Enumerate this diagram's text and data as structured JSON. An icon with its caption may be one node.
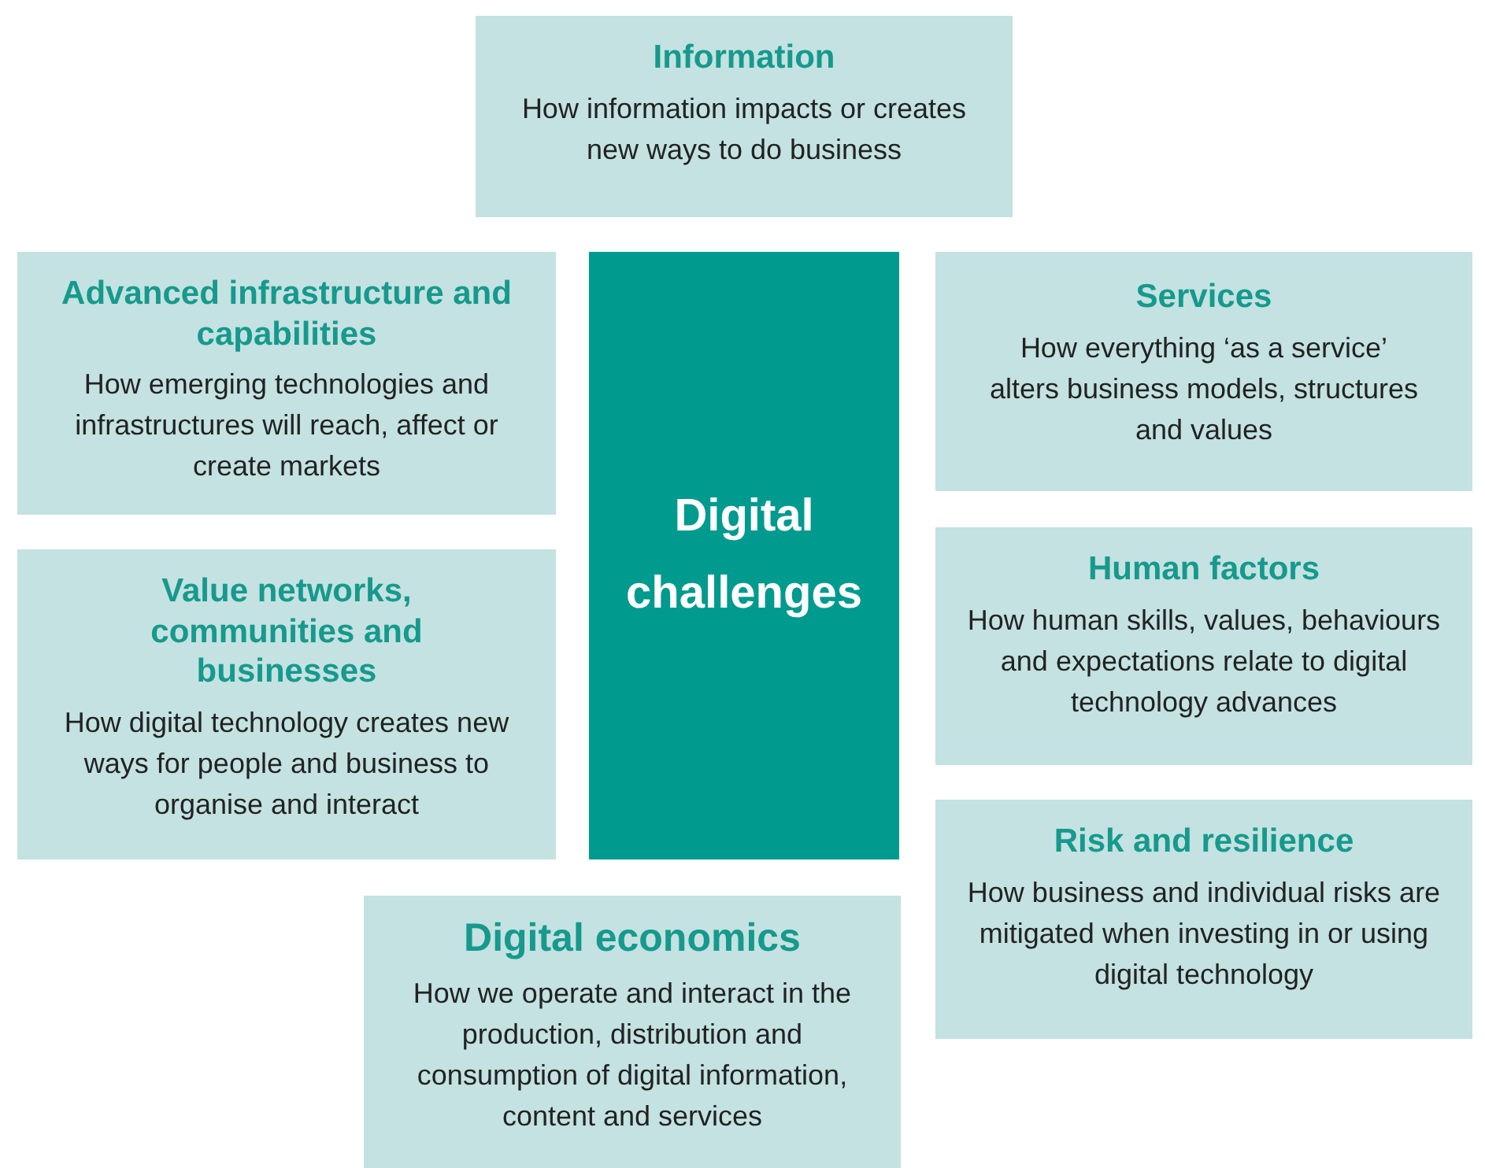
{
  "diagram": {
    "nodes": [
      {
        "text": [
          "Information",
          "How information impacts or creates new ways to do business"
        ]
      },
      {
        "text": [
          "Advanced infrastructure and capabilities",
          "How emerging technologies and infrastructures will reach, affect or create markets"
        ]
      },
      {
        "text": [
          "Digital challenges"
        ]
      },
      {
        "text": [
          "Services",
          "How everything ‘as a service’ alters business models, structures and values"
        ]
      },
      {
        "text": [
          "Value networks, communities and businesses",
          "How digital technology creates new ways for people and business to organise and interact"
        ]
      },
      {
        "text": [
          "Human factors",
          "How human skills, values, behaviours and expectations relate to digital technology advances"
        ]
      },
      {
        "text": [
          "Risk and resilience",
          "How business and individual risks are mitigated when investing in or using digital technology"
        ]
      },
      {
        "text": [
          "Digital economics",
          "How we operate and interact in the production, distribution and consumption of digital information, content and services"
        ]
      }
    ],
    "edges": []
  }
}
